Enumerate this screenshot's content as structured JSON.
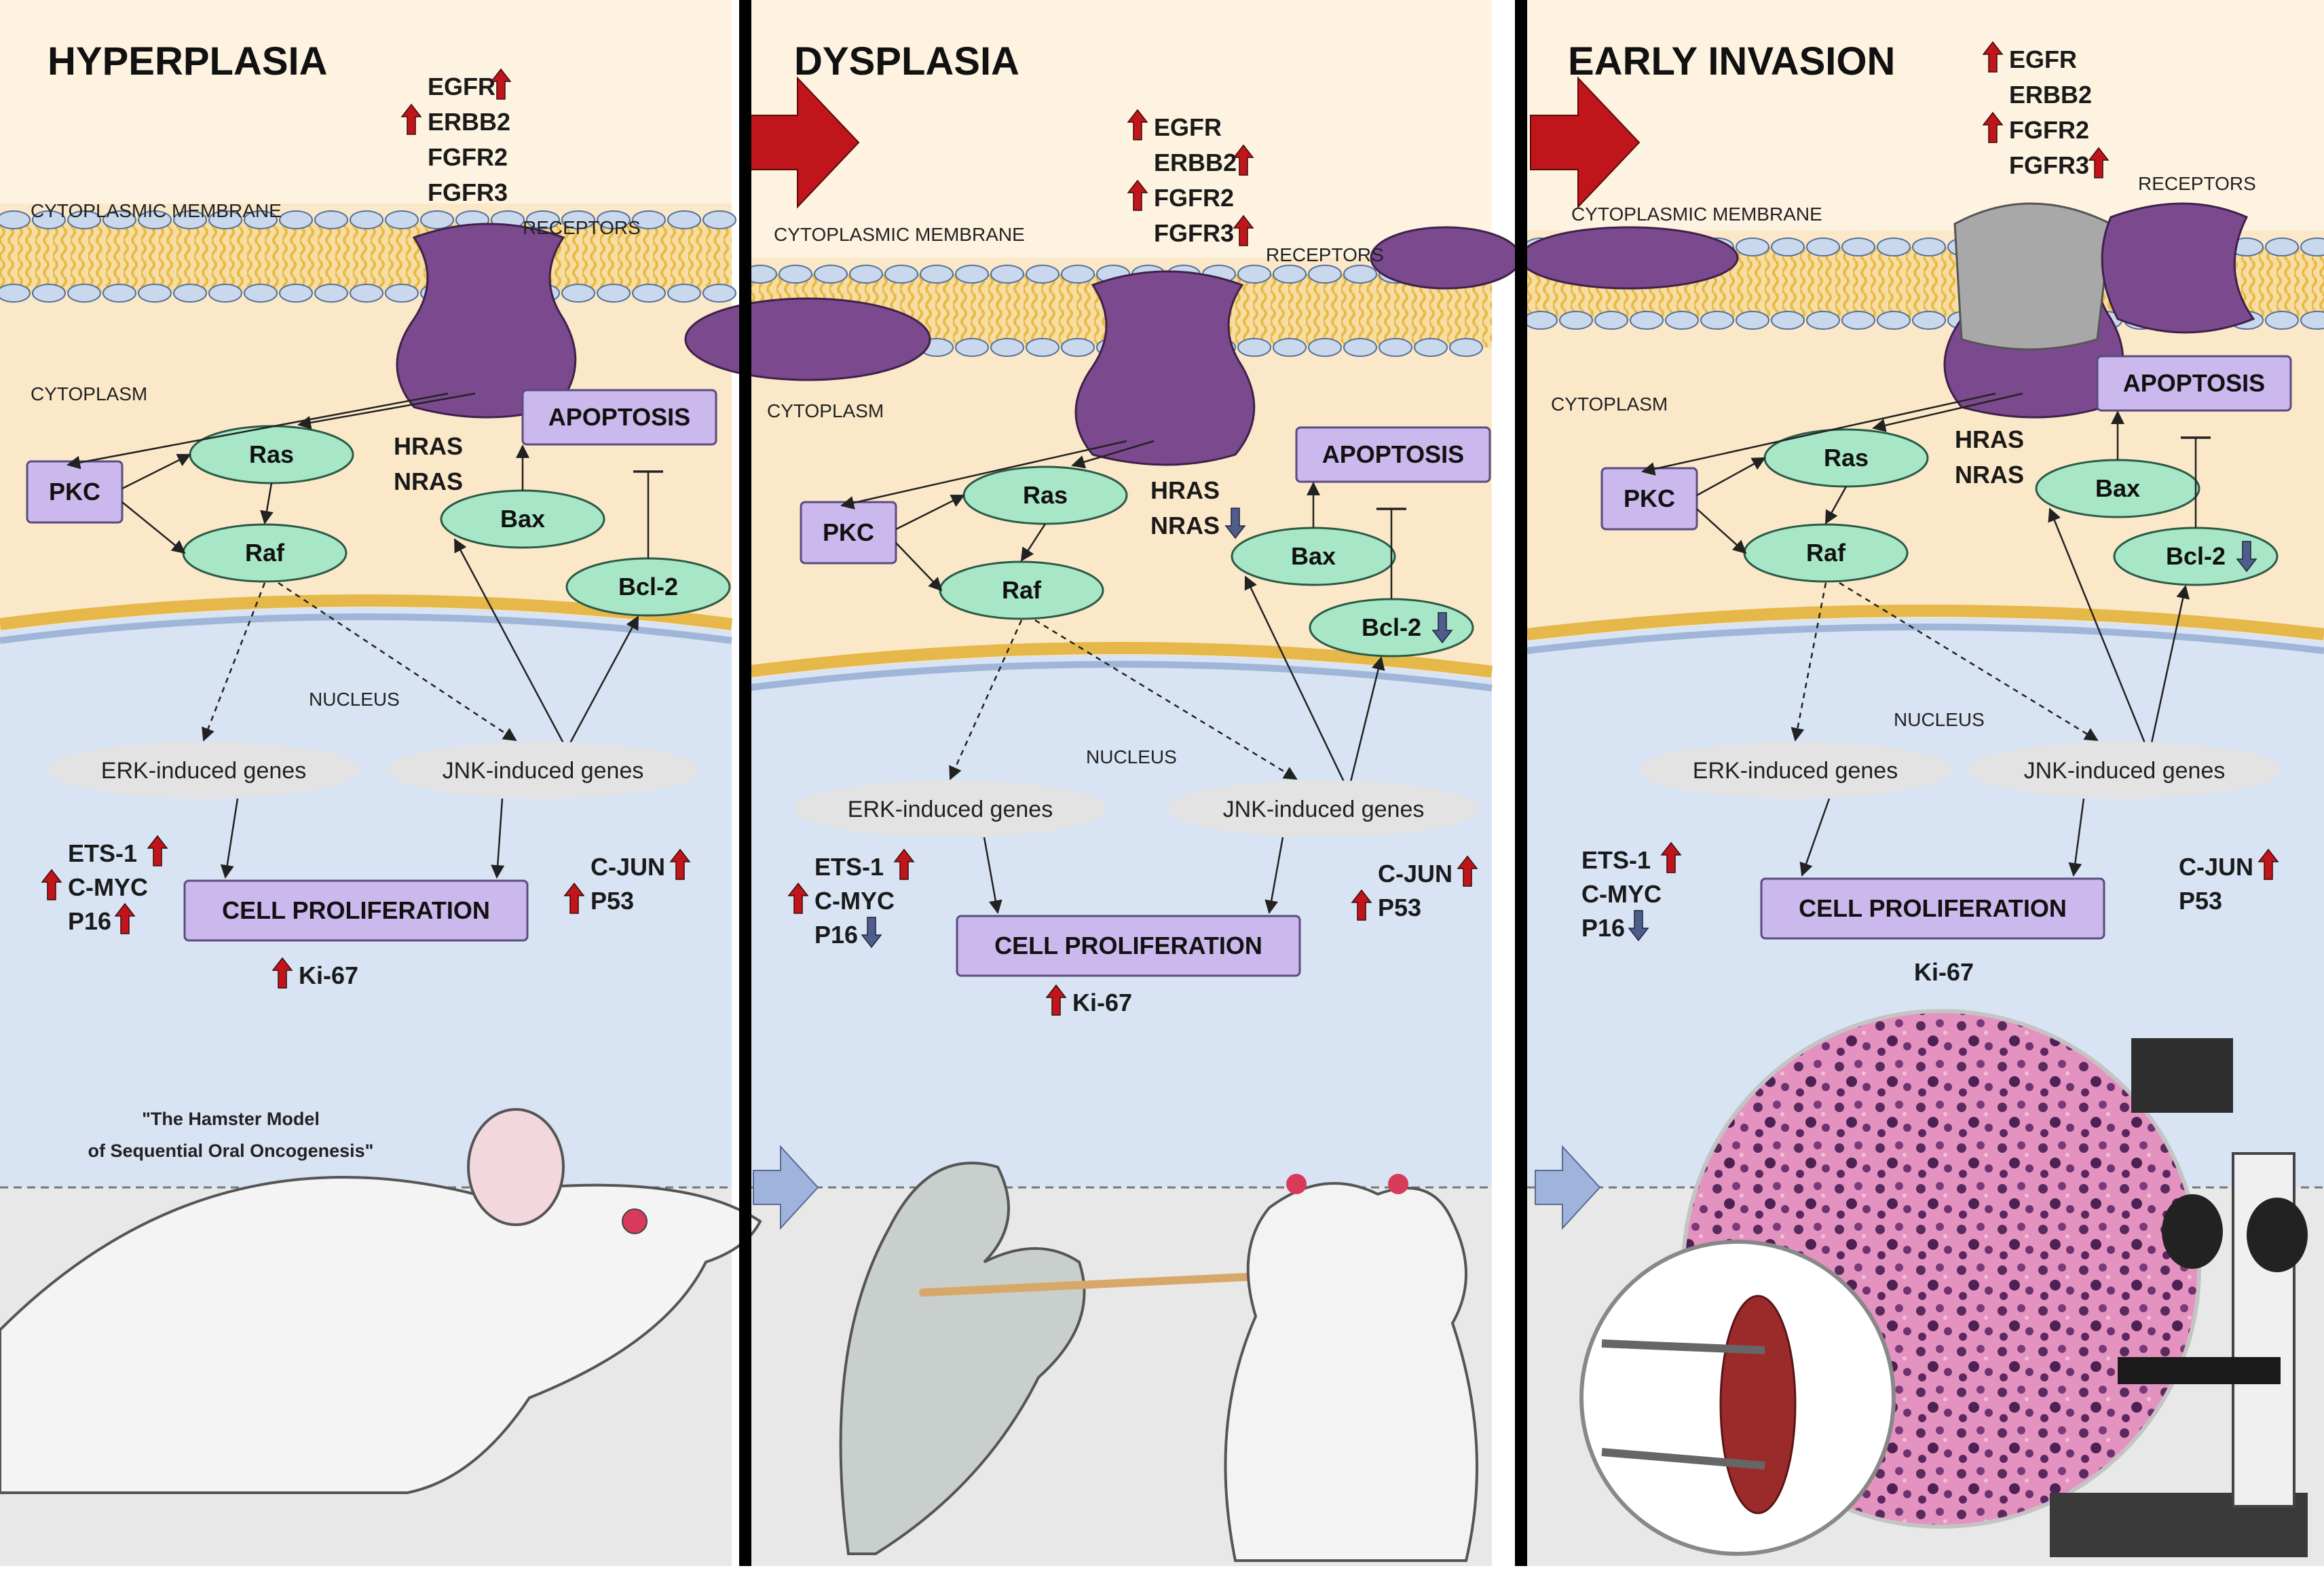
{
  "panels": [
    {
      "title": "HYPERPLASIA",
      "receptor_genes": [
        {
          "text": "EGFR",
          "arrow": "up-right"
        },
        {
          "text": "ERBB2",
          "arrow": "up-left"
        },
        {
          "text": "FGFR2",
          "arrow": ""
        },
        {
          "text": "FGFR3",
          "arrow": ""
        }
      ],
      "membrane_label": "CYTOPLASMIC MEMBRANE",
      "receptors_label": "RECEPTORS",
      "cytoplasm_label": "CYTOPLASM",
      "nucleus_label": "NUCLEUS",
      "pkc": "PKC",
      "ras": "Ras",
      "raf": "Raf",
      "ras_genes": [
        "HRAS",
        "NRAS"
      ],
      "ras_gene_arrows": [
        "",
        ""
      ],
      "apoptosis": "APOPTOSIS",
      "bax": "Bax",
      "bcl2": "Bcl-2",
      "bcl2_arrow": "",
      "erk_genes": "ERK-induced genes",
      "jnk_genes": "JNK-induced genes",
      "cell_proliferation": "CELL PROLIFERATION",
      "left_markers": [
        {
          "text": "ETS-1",
          "arrow": "up-right"
        },
        {
          "text": "C-MYC",
          "arrow": "up-left"
        },
        {
          "text": "P16",
          "arrow": "up-right"
        }
      ],
      "right_markers": [
        {
          "text": "C-JUN",
          "arrow": "up-right"
        },
        {
          "text": "P53",
          "arrow": "up-left"
        }
      ],
      "ki67": {
        "text": "Ki-67",
        "arrow": "up-left"
      },
      "quote_line1": "\"The Hamster Model",
      "quote_line2": "of Sequential Oral Oncogenesis\""
    },
    {
      "title": "DYSPLASIA",
      "receptor_genes": [
        {
          "text": "EGFR",
          "arrow": "up-left"
        },
        {
          "text": "ERBB2",
          "arrow": "up-right"
        },
        {
          "text": "FGFR2",
          "arrow": "up-left"
        },
        {
          "text": "FGFR3",
          "arrow": "up-right"
        }
      ],
      "membrane_label": "CYTOPLASMIC MEMBRANE",
      "receptors_label": "RECEPTORS",
      "cytoplasm_label": "CYTOPLASM",
      "nucleus_label": "NUCLEUS",
      "pkc": "PKC",
      "ras": "Ras",
      "raf": "Raf",
      "ras_genes": [
        "HRAS",
        "NRAS"
      ],
      "ras_gene_arrows": [
        "",
        "down"
      ],
      "apoptosis": "APOPTOSIS",
      "bax": "Bax",
      "bcl2": "Bcl-2",
      "bcl2_arrow": "down",
      "erk_genes": "ERK-induced genes",
      "jnk_genes": "JNK-induced genes",
      "cell_proliferation": "CELL PROLIFERATION",
      "left_markers": [
        {
          "text": "ETS-1",
          "arrow": "up-right"
        },
        {
          "text": "C-MYC",
          "arrow": "up-left"
        },
        {
          "text": "P16",
          "arrow": "down"
        }
      ],
      "right_markers": [
        {
          "text": "C-JUN",
          "arrow": "up-right"
        },
        {
          "text": "P53",
          "arrow": "up-left"
        }
      ],
      "ki67": {
        "text": "Ki-67",
        "arrow": "up-left"
      }
    },
    {
      "title": "EARLY INVASION",
      "receptor_genes": [
        {
          "text": "EGFR",
          "arrow": "up-left"
        },
        {
          "text": "ERBB2",
          "arrow": ""
        },
        {
          "text": "FGFR2",
          "arrow": "up-left"
        },
        {
          "text": "FGFR3",
          "arrow": "up-right"
        }
      ],
      "membrane_label": "CYTOPLASMIC MEMBRANE",
      "receptors_label": "RECEPTORS",
      "cytoplasm_label": "CYTOPLASM",
      "nucleus_label": "NUCLEUS",
      "pkc": "PKC",
      "ras": "Ras",
      "raf": "Raf",
      "ras_genes": [
        "HRAS",
        "NRAS"
      ],
      "ras_gene_arrows": [
        "",
        ""
      ],
      "apoptosis": "APOPTOSIS",
      "bax": "Bax",
      "bcl2": "Bcl-2",
      "bcl2_arrow": "down",
      "erk_genes": "ERK-induced genes",
      "jnk_genes": "JNK-induced genes",
      "cell_proliferation": "CELL PROLIFERATION",
      "left_markers": [
        {
          "text": "ETS-1",
          "arrow": "up-right"
        },
        {
          "text": "C-MYC",
          "arrow": ""
        },
        {
          "text": "P16",
          "arrow": "down"
        }
      ],
      "right_markers": [
        {
          "text": "C-JUN",
          "arrow": "up-right"
        },
        {
          "text": "P53",
          "arrow": ""
        }
      ],
      "ki67": {
        "text": "Ki-67",
        "arrow": ""
      }
    }
  ],
  "colors": {
    "cytoplasm": "#fbe8c8",
    "nucleus": "#d8e3f3",
    "top_bg": "#fdf3e0",
    "bottom_bg": "#e8e8e8",
    "receptor": "#7b4a8e",
    "node_green": "#a8e6c8",
    "box_lilac": "#cbb8ec",
    "up_arrow": "#c0161b",
    "down_arrow": "#4f5d8a",
    "membrane_lipid": "#f1c95a",
    "membrane_head": "#c9d8ec",
    "divider": "#000000",
    "stage_arrow_red": "#c0161b",
    "stage_arrow_blue": "#9fb3dc",
    "tissue_pink": "#e07fb0"
  },
  "icons": {
    "up_arrow": "up-arrow-icon",
    "down_arrow": "down-arrow-icon",
    "stage_arrow": "right-chevron-arrow-icon"
  }
}
